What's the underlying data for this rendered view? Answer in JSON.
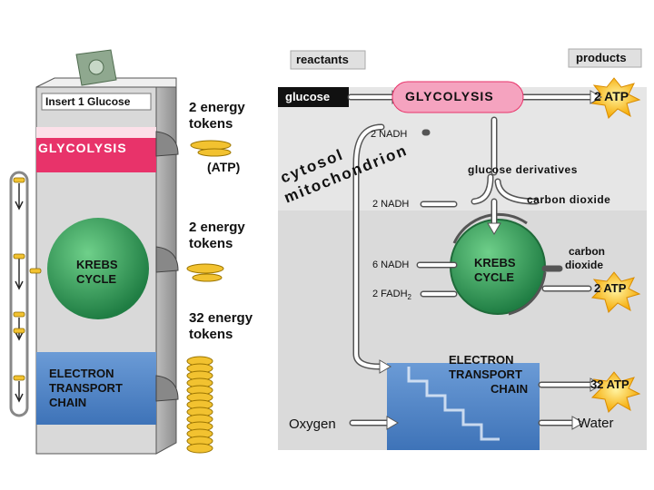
{
  "left_machine": {
    "slot_label": "Insert 1 Glucose",
    "stage1": "GLYCOLYSIS",
    "stage2_line1": "KREBS",
    "stage2_line2": "CYCLE",
    "stage3_line1": "ELECTRON",
    "stage3_line2": "TRANSPORT",
    "stage3_line3": "CHAIN"
  },
  "tokens": {
    "glycolysis_line1": "2 energy",
    "glycolysis_line2": "tokens",
    "atp_note": "(ATP)",
    "krebs_line1": "2 energy",
    "krebs_line2": "tokens",
    "etc_line1": "32 energy",
    "etc_line2": "tokens"
  },
  "right_panel": {
    "reactants_label": "reactants",
    "products_label": "products",
    "glucose_label": "glucose",
    "glycolysis_label": "GLYCOLYSIS",
    "glycolysis_atp": "2 ATP",
    "nadh_top": "2 NADH",
    "cytosol_label": "cytosol",
    "mitochondrion_label": "mitochondrion",
    "glucose_derivatives": "glucose derivatives",
    "nadh_mid": "2 NADH",
    "carbon_dioxide_1": "carbon dioxide",
    "nadh_krebs": "6 NADH",
    "fadh": "2 FADH",
    "fadh_sub": "2",
    "krebs_line1": "KREBS",
    "krebs_line2": "CYCLE",
    "carbon_dioxide_2_line1": "carbon",
    "carbon_dioxide_2_line2": "dioxide",
    "krebs_atp": "2 ATP",
    "etc_line1": "ELECTRON",
    "etc_line2": "TRANSPORT",
    "etc_line3": "CHAIN",
    "etc_atp": "32 ATP",
    "oxygen_label": "Oxygen",
    "water_label": "Water"
  },
  "colors": {
    "glycolysis_band": "#e8336a",
    "krebs_green": "#2e9a55",
    "etc_blue": "#4f86c6",
    "machine_gray": "#d6d6d6",
    "atp_star": "#f7c21a",
    "token_gold": "#f2c230"
  }
}
